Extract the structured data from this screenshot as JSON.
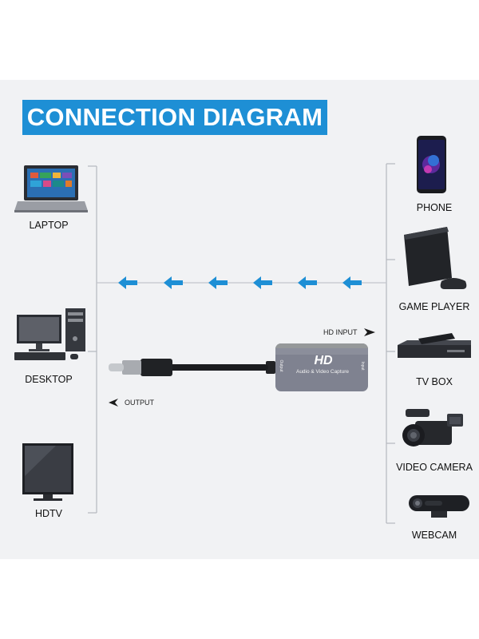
{
  "title": "CONNECTION DIAGRAM",
  "outputs": [
    {
      "label": "LAPTOP",
      "icon": "laptop-icon"
    },
    {
      "label": "DESKTOP",
      "icon": "desktop-computer-icon"
    },
    {
      "label": "HDTV",
      "icon": "hdtv-icon"
    }
  ],
  "inputs": [
    {
      "label": "PHONE",
      "icon": "smartphone-icon"
    },
    {
      "label": "GAME PLAYER",
      "icon": "game-console-icon"
    },
    {
      "label": "TV BOX",
      "icon": "tv-box-icon"
    },
    {
      "label": "VIDEO CAMERA",
      "icon": "video-camera-icon"
    },
    {
      "label": "WEBCAM",
      "icon": "webcam-icon"
    }
  ],
  "device": {
    "hd_text": "HD",
    "subtitle": "Audio & Video Capture",
    "port_output": "Output",
    "port_input": "Input"
  },
  "hd_input_label": "HD INPUT",
  "output_label": "OUTPUT",
  "colors": {
    "banner": "#1e8fd5",
    "arrow": "#1e8fd5",
    "device_body": "#7f8290",
    "background": "#f1f2f4"
  }
}
